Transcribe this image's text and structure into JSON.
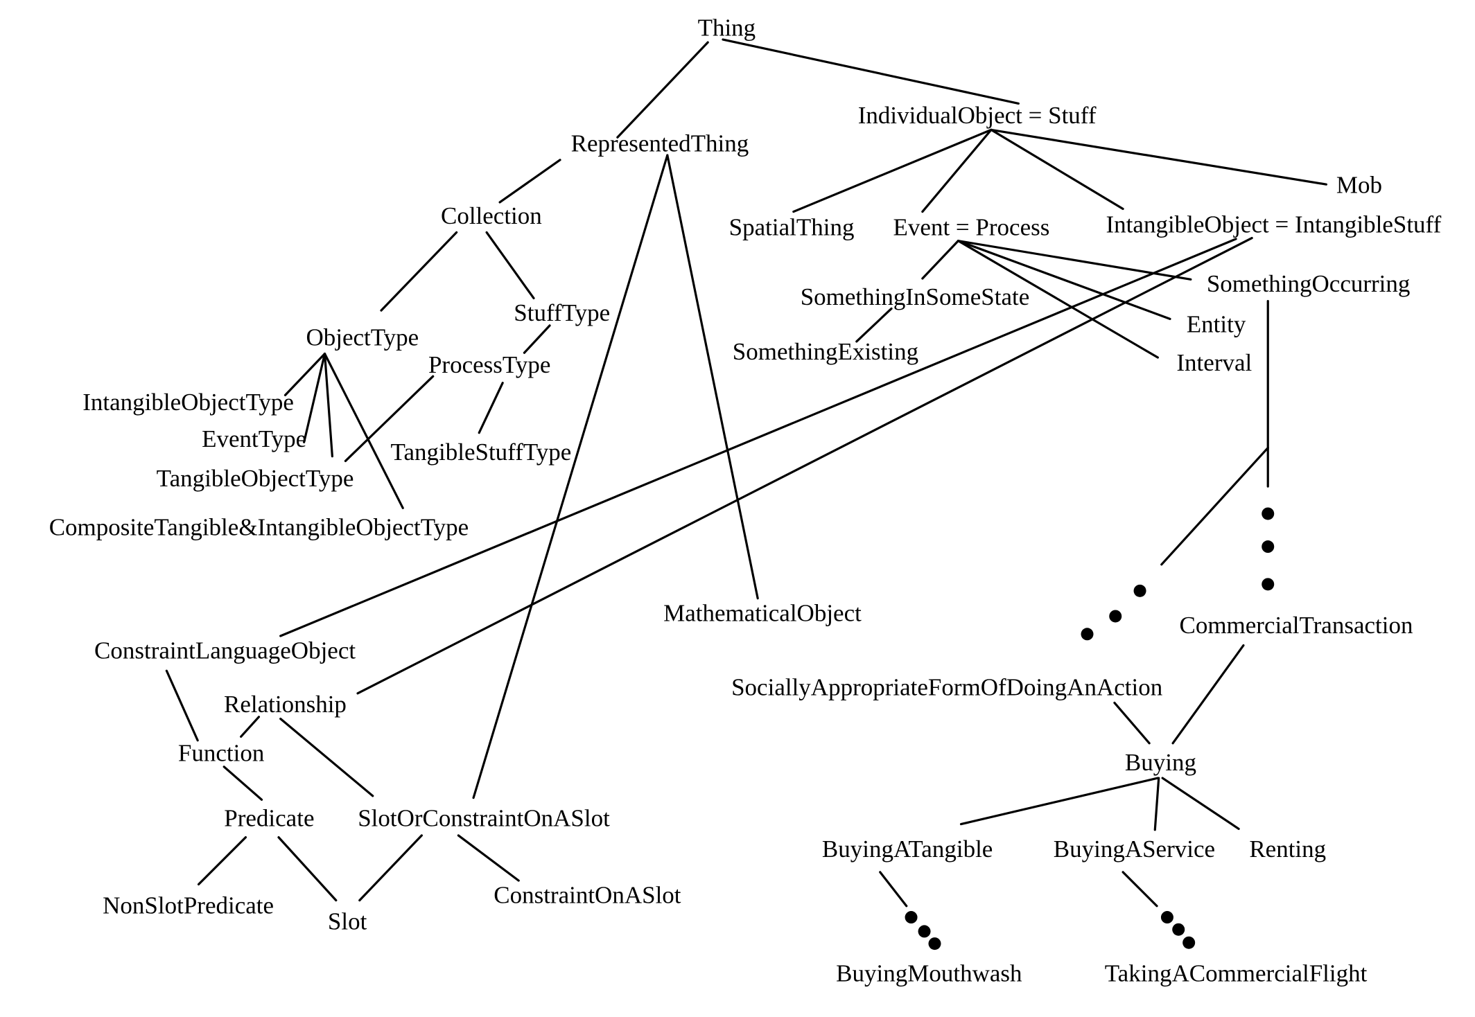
{
  "diagram": {
    "type": "hierarchy",
    "nodes": [
      {
        "id": "thing",
        "label": "Thing"
      },
      {
        "id": "represented",
        "label": "RepresentedThing"
      },
      {
        "id": "individual",
        "label": "IndividualObject = Stuff"
      },
      {
        "id": "collection",
        "label": "Collection"
      },
      {
        "id": "spatial",
        "label": "SpatialThing"
      },
      {
        "id": "event",
        "label": "Event = Process"
      },
      {
        "id": "intangible",
        "label": "IntangibleObject = IntangibleStuff"
      },
      {
        "id": "mob",
        "label": "Mob"
      },
      {
        "id": "stufftype",
        "label": "StuffType"
      },
      {
        "id": "objecttype",
        "label": "ObjectType"
      },
      {
        "id": "processtype",
        "label": "ProcessType"
      },
      {
        "id": "intangibleobjecttype",
        "label": "IntangibleObjectType"
      },
      {
        "id": "eventtype",
        "label": "EventType"
      },
      {
        "id": "tangibleobjecttype",
        "label": "TangibleObjectType"
      },
      {
        "id": "tangiblestufftype",
        "label": "TangibleStuffType"
      },
      {
        "id": "composite",
        "label": "CompositeTangible&IntangibleObjectType"
      },
      {
        "id": "sissstate",
        "label": "SomethingInSomeState"
      },
      {
        "id": "existing",
        "label": "SomethingExisting"
      },
      {
        "id": "occurring",
        "label": "SomethingOccurring"
      },
      {
        "id": "entity",
        "label": "Entity"
      },
      {
        "id": "interval",
        "label": "Interval"
      },
      {
        "id": "mathematical",
        "label": "MathematicalObject"
      },
      {
        "id": "clo",
        "label": "ConstraintLanguageObject"
      },
      {
        "id": "relationship",
        "label": "Relationship"
      },
      {
        "id": "function",
        "label": "Function"
      },
      {
        "id": "predicate",
        "label": "Predicate"
      },
      {
        "id": "slotorconstraint",
        "label": "SlotOrConstraintOnASlot"
      },
      {
        "id": "nonslotpredicate",
        "label": "NonSlotPredicate"
      },
      {
        "id": "slot",
        "label": "Slot"
      },
      {
        "id": "constraintonaslot",
        "label": "ConstraintOnASlot"
      },
      {
        "id": "commercial",
        "label": "CommercialTransaction"
      },
      {
        "id": "socially",
        "label": "SociallyAppropriateFormOfDoingAnAction"
      },
      {
        "id": "buying",
        "label": "Buying"
      },
      {
        "id": "buyingtangible",
        "label": "BuyingATangible"
      },
      {
        "id": "buyingservice",
        "label": "BuyingAService"
      },
      {
        "id": "renting",
        "label": "Renting"
      },
      {
        "id": "mouthwash",
        "label": "BuyingMouthwash"
      },
      {
        "id": "flight",
        "label": "TakingACommercialFlight"
      }
    ],
    "edges": [
      [
        "thing",
        "represented"
      ],
      [
        "thing",
        "individual"
      ],
      [
        "represented",
        "collection"
      ],
      [
        "represented",
        "slotorconstraint"
      ],
      [
        "represented",
        "mathematical"
      ],
      [
        "collection",
        "objecttype"
      ],
      [
        "collection",
        "stufftype"
      ],
      [
        "stufftype",
        "processtype"
      ],
      [
        "stufftype",
        "tangiblestufftype"
      ],
      [
        "processtype",
        "tangibleobjecttype"
      ],
      [
        "objecttype",
        "intangibleobjecttype"
      ],
      [
        "objecttype",
        "eventtype"
      ],
      [
        "objecttype",
        "tangibleobjecttype"
      ],
      [
        "objecttype",
        "composite"
      ],
      [
        "individual",
        "spatial"
      ],
      [
        "individual",
        "event"
      ],
      [
        "individual",
        "intangible"
      ],
      [
        "individual",
        "mob"
      ],
      [
        "event",
        "sissstate"
      ],
      [
        "event",
        "occurring"
      ],
      [
        "event",
        "entity"
      ],
      [
        "event",
        "interval"
      ],
      [
        "sissstate",
        "existing"
      ],
      [
        "intangible",
        "clo"
      ],
      [
        "intangible",
        "relationship"
      ],
      [
        "clo",
        "function"
      ],
      [
        "relationship",
        "function"
      ],
      [
        "relationship",
        "slotorconstraint"
      ],
      [
        "function",
        "predicate"
      ],
      [
        "predicate",
        "nonslotpredicate"
      ],
      [
        "predicate",
        "slot"
      ],
      [
        "slotorconstraint",
        "slot"
      ],
      [
        "slotorconstraint",
        "constraintonaslot"
      ],
      [
        "occurring",
        "commercial"
      ],
      [
        "commercial",
        "buying"
      ],
      [
        "socially",
        "buying"
      ],
      [
        "buying",
        "buyingtangible"
      ],
      [
        "buying",
        "buyingservice"
      ],
      [
        "buying",
        "renting"
      ],
      [
        "buyingtangible",
        "mouthwash"
      ],
      [
        "buyingservice",
        "flight"
      ]
    ]
  }
}
